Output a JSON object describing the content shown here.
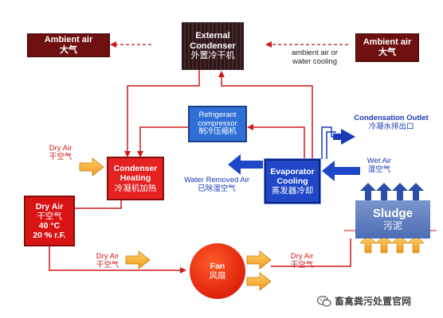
{
  "ambient_left": {
    "en": "Ambient air",
    "zh": "大气"
  },
  "ambient_right": {
    "en": "Ambient air",
    "zh": "大气"
  },
  "external_condenser": {
    "line1": "External",
    "line2": "Condenser",
    "zh": "外置冷干机"
  },
  "ambient_or_water": {
    "line1": "ambient air or",
    "line2": "water cooling"
  },
  "compressor": {
    "line1": "Refrigerant",
    "line2": "compressor",
    "zh": "制冷压缩机"
  },
  "condensation_outlet": {
    "en": "Condensation Outlet",
    "zh": "冷凝水排出口"
  },
  "dry_air_top": {
    "en": "Dry Air",
    "zh": "干空气"
  },
  "condenser_heating": {
    "line1": "Condenser",
    "line2": "Heating",
    "zh": "冷凝机加热"
  },
  "water_removed": {
    "en": "Water Removed Air",
    "zh": "已除湿空气"
  },
  "evaporator": {
    "line1": "Evaporator",
    "line2": "Cooling",
    "zh": "蒸发器冷却"
  },
  "wet_air": {
    "en": "Wet Air",
    "zh": "湿空气"
  },
  "dry_main": {
    "line1": "Dry Air",
    "line2": "干空气",
    "line3": "40 °C",
    "line4": "20 % r.F."
  },
  "sludge": {
    "en": "Sludge",
    "zh": "污泥"
  },
  "dry_air_left": {
    "en": "Dry Air",
    "zh": "干空气"
  },
  "fan": {
    "en": "Fan",
    "zh": "风扇"
  },
  "dry_air_right": {
    "en": "Dry Air",
    "zh": "干空气"
  },
  "watermark": {
    "text": "畜禽粪污处置官网",
    "icon": "wechat-icon"
  },
  "colors": {
    "heat_red": "#e52222",
    "cool_blue": "#1f47c7",
    "flow_orange": "#f5a623",
    "ambient_dark_red": "#6e1010",
    "sludge_blue": "#5a78c0"
  }
}
